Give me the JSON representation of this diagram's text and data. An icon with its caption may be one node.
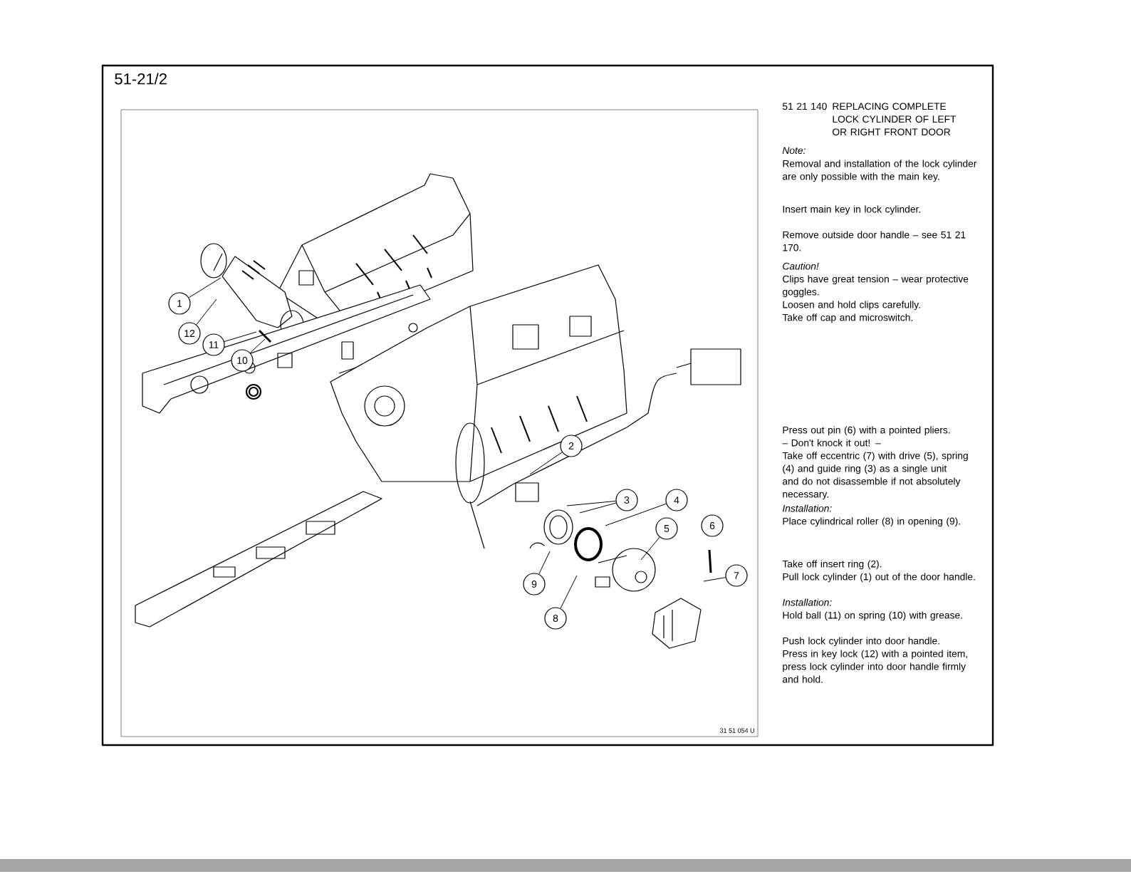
{
  "diagram": {
    "nodes": [
      {
        "text": [
          "1"
        ]
      },
      {
        "text": [
          "12"
        ]
      },
      {
        "text": [
          "11"
        ]
      },
      {
        "text": [
          "10"
        ]
      },
      {
        "text": [
          "2"
        ]
      },
      {
        "text": [
          "3"
        ]
      },
      {
        "text": [
          "4"
        ]
      },
      {
        "text": [
          "5"
        ]
      },
      {
        "text": [
          "6"
        ]
      },
      {
        "text": [
          "7"
        ]
      },
      {
        "text": [
          "9"
        ]
      },
      {
        "text": [
          "8"
        ]
      }
    ],
    "edges": [
      {
        "from": 0,
        "to": null,
        "arrow": "none"
      },
      {
        "from": 1,
        "to": null,
        "arrow": "none"
      },
      {
        "from": 2,
        "to": null,
        "arrow": "none"
      },
      {
        "from": 3,
        "to": null,
        "arrow": "none"
      },
      {
        "from": 4,
        "to": null,
        "arrow": "none"
      },
      {
        "from": 5,
        "to": null,
        "arrow": "none"
      },
      {
        "from": 5,
        "to": null,
        "arrow": "none"
      },
      {
        "from": 6,
        "to": null,
        "arrow": "none"
      },
      {
        "from": 7,
        "to": null,
        "arrow": "none"
      },
      {
        "from": 9,
        "to": null,
        "arrow": "none"
      },
      {
        "from": 10,
        "to": null,
        "arrow": "none"
      },
      {
        "from": 11,
        "to": null,
        "arrow": "none"
      }
    ],
    "labels": [
      "51-21/2",
      "51 21 140",
      "REPLACING COMPLETE LOCK CYLINDER OF LEFT OR RIGHT FRONT DOOR",
      "Note:",
      "Removal and installation of the lock cylinder are only possible with the main key.",
      "Insert main key in lock cylinder.",
      "Remove outside door handle – see 51 21 170.",
      "Caution!",
      "Clips have great tension – wear protective goggles.",
      "Loosen and hold clips carefully.",
      "Take off cap and microswitch.",
      "Press out pin (6) with a pointed pliers.",
      "– Don't knock it out! –",
      "Take off eccentric (7) with drive (5), spring (4) and guide ring (3) as a single unit and do not disassemble if not absolutely necessary.",
      "Installation:",
      "Place cylindrical roller (8) in opening (9).",
      "Take off insert ring (2).",
      "Pull lock cylinder (1) out of the door handle.",
      "Installation:",
      "Hold ball (11) on spring (10) with grease.",
      "Push lock cylinder into door handle.",
      "Press in key lock (12) with a pointed item, press lock cylinder into door handle firmly and hold.",
      "31 51 054 U"
    ]
  }
}
